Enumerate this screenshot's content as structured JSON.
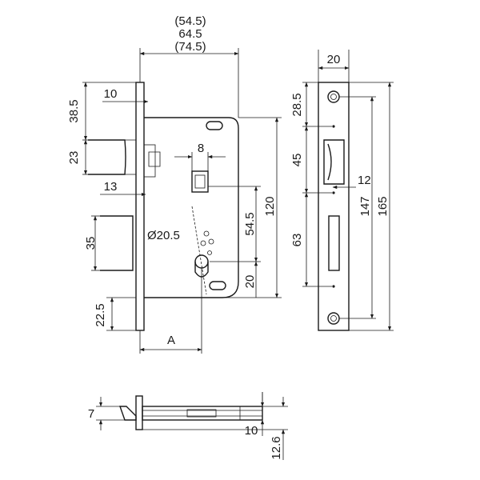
{
  "dimensions": {
    "backset_min": "(54.5)",
    "backset_mid": "64.5",
    "backset_max": "(74.5)",
    "faceplate_width": "20",
    "latch_offset": "10",
    "latch_top": "38.5",
    "latch_height": "23",
    "spindle_square": "8",
    "deadbolt_offset": "13",
    "deadbolt_height": "35",
    "cylinder_diameter": "Ø20.5",
    "center_distance": "54.5",
    "case_height": "120",
    "bottom_offset": "22.5",
    "cylinder_bottom": "20",
    "a_label": "A",
    "fp_top": "28.5",
    "fp_latch": "45",
    "fp_latch_depth": "12",
    "fp_bolt": "63",
    "fp_screw_distance": "147",
    "fp_total": "165",
    "side_thickness": "7",
    "side_case": "10",
    "side_total": "12.6"
  }
}
